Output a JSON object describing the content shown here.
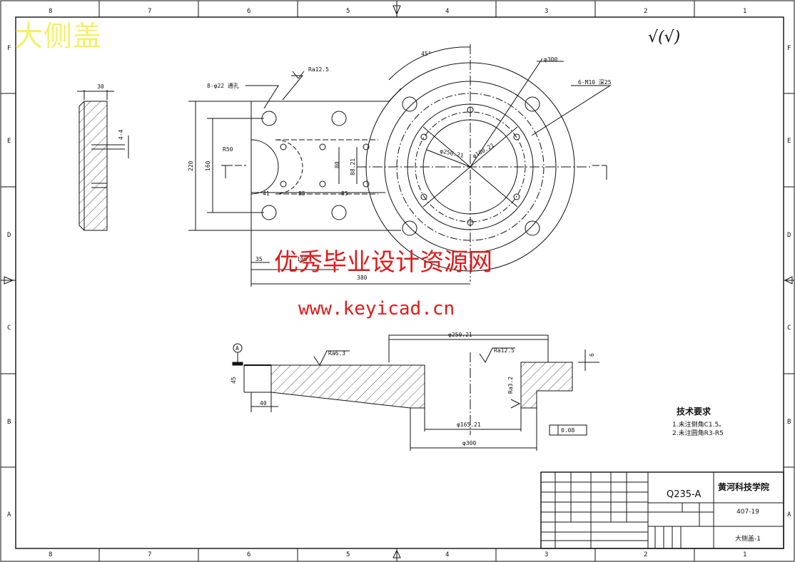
{
  "watermark": {
    "title": "大侧盖",
    "site": "优秀毕业设计资源网",
    "url": "www.keyicad.cn"
  },
  "check_mark": "√(√)",
  "frame": {
    "col_labels_top": [
      "8",
      "7",
      "6",
      "5",
      "4",
      "3",
      "2",
      "1"
    ],
    "col_labels_bottom": [
      "8",
      "7",
      "6",
      "5",
      "4",
      "3",
      "2",
      "1"
    ],
    "row_labels": [
      "F",
      "E",
      "D",
      "C",
      "B",
      "A"
    ]
  },
  "side_view": {
    "dims": [
      "30",
      "4-4"
    ]
  },
  "front_view": {
    "notes": {
      "hole_callout": "8-φ22 通孔",
      "surface_roughness": "Ra12.5",
      "thread_callout": "6-M10 深25",
      "angle": "45°"
    },
    "dims": {
      "radius": "R50",
      "height_outer": "220",
      "height_inner": "160",
      "inner_vert": "80",
      "inner_vert_tol": "88.21",
      "h_41": "41",
      "h_85a": "85",
      "h_85b": "85",
      "h_35": "35",
      "h_106": "106",
      "h_total": "380",
      "dia_outer": "φ300",
      "dia_mid": "φ250.21",
      "dia_inner": "φ180.21"
    }
  },
  "section_view": {
    "datum": "A",
    "dims": {
      "top_dia": "φ250.21",
      "height": "45",
      "offset": "40",
      "step": "6",
      "bore": "φ165.21",
      "base": "φ300",
      "flatness": "0.08",
      "roughness_a": "Ra6.3",
      "roughness_b": "Ra12.5",
      "roughness_c": "Ra3.2"
    }
  },
  "tech_requirements": {
    "title": "技术要求",
    "items": [
      "1.未注倒角C1.5。",
      "2.未注圆角R3-R5"
    ]
  },
  "title_block": {
    "school": "黄河科技学院",
    "material": "Q235-A",
    "drawing_no": "407-19",
    "part_name": "大侧盖-1"
  }
}
